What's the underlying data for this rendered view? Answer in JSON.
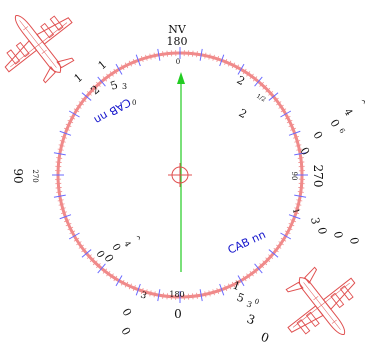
{
  "heading": {
    "top_code": "NV",
    "top_value": "180",
    "inner_top": "0",
    "inner_bottom": "180",
    "bottom_value": "0",
    "left_value": "90",
    "inner_left": "270",
    "right_value": "270",
    "inner_right": "90"
  },
  "ring_labels": {
    "nw_1a": "1",
    "nw_1b": "1",
    "nw_2": "2",
    "nw_5": "5",
    "nw_3": "3",
    "nw_0": "0",
    "ne_2a": "2",
    "ne_2b": "2",
    "ne_tiny": "1/2",
    "ne_4": "4",
    "ne_0": "0",
    "ne_6": "6",
    "ne_0b": "0",
    "ne_0c": "0",
    "ne_caret": "^",
    "e_1": "1",
    "e_3": "3",
    "e_0a": "0",
    "e_0b": "0",
    "e_0c": "0",
    "sw_0a": "0",
    "sw_0b": "0",
    "sw_4": "4",
    "sw_caret": "^",
    "sw_0c": "0",
    "sw_0d": "0",
    "s_0": "0",
    "s_3": "3",
    "se_1": "1",
    "se_5": "5",
    "se_3": "3",
    "se_0a": "0",
    "se_3b": "3",
    "se_0b": "0"
  },
  "cab_labels": {
    "upper": "CAB nn",
    "lower": "CAB nn"
  },
  "colors": {
    "ring": "#f08a8a",
    "tick_blue": "#6a6aff",
    "heading_line": "#22cc22",
    "aircraft": "#e05050",
    "cab_text": "#1414cc"
  },
  "icons": {
    "aircraft_top_left": "airplane-icon",
    "aircraft_bottom_right": "airplane-icon",
    "center": "crosshair-icon"
  }
}
